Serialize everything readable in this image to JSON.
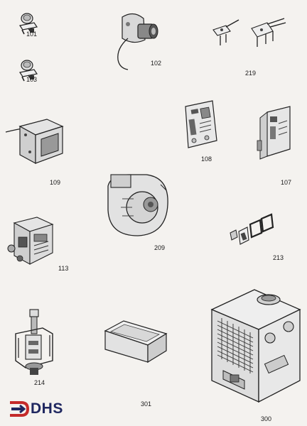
{
  "brand": {
    "logo_text": "DHS",
    "logo_color": "#1f2760",
    "accent_color": "#c42a2a"
  },
  "parts": [
    {
      "id": "101",
      "icon": "thermostat-switch-icon"
    },
    {
      "id": "102",
      "icon": "pump-motor-icon"
    },
    {
      "id": "219",
      "icon": "ignition-electrodes-icon"
    },
    {
      "id": "103",
      "icon": "thermostat-switch-icon"
    },
    {
      "id": "109",
      "icon": "transformer-icon"
    },
    {
      "id": "108",
      "icon": "control-board-icon"
    },
    {
      "id": "107",
      "icon": "control-board-icon"
    },
    {
      "id": "209",
      "icon": "blower-fan-icon"
    },
    {
      "id": "213",
      "icon": "gasket-set-icon"
    },
    {
      "id": "113",
      "icon": "gas-valve-icon"
    },
    {
      "id": "214",
      "icon": "valve-assembly-icon"
    },
    {
      "id": "301",
      "icon": "filter-box-icon"
    },
    {
      "id": "300",
      "icon": "heat-exchanger-icon"
    }
  ]
}
